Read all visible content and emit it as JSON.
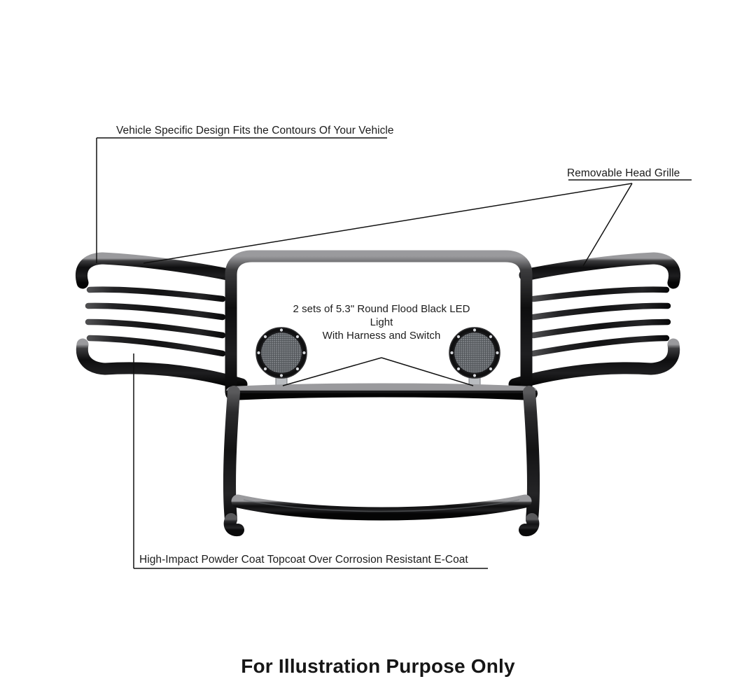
{
  "image": {
    "subject": "front grille guard / brush guard",
    "background_color": "#ffffff",
    "product_color": "#141414"
  },
  "callouts": {
    "contours": {
      "text": "Vehicle Specific Design Fits the Contours Of Your Vehicle"
    },
    "head_grille": {
      "text": "Removable Head Grille"
    },
    "led_light": {
      "line1": "2 sets of 5.3\" Round Flood Black LED Light",
      "line2": "With Harness and Switch"
    },
    "ecoat": {
      "text": "High-Impact Powder Coat Topcoat Over Corrosion Resistant E-Coat"
    }
  },
  "caption": {
    "text": "For Illustration Purpose Only"
  },
  "product": {
    "lights": {
      "count": 2,
      "shape": "round",
      "bolt_count": 8,
      "bezel_color": "#0d0d0d",
      "lens_color": "#6f7376"
    },
    "wings": {
      "side_count": 2,
      "bars_per_side": 4
    }
  }
}
